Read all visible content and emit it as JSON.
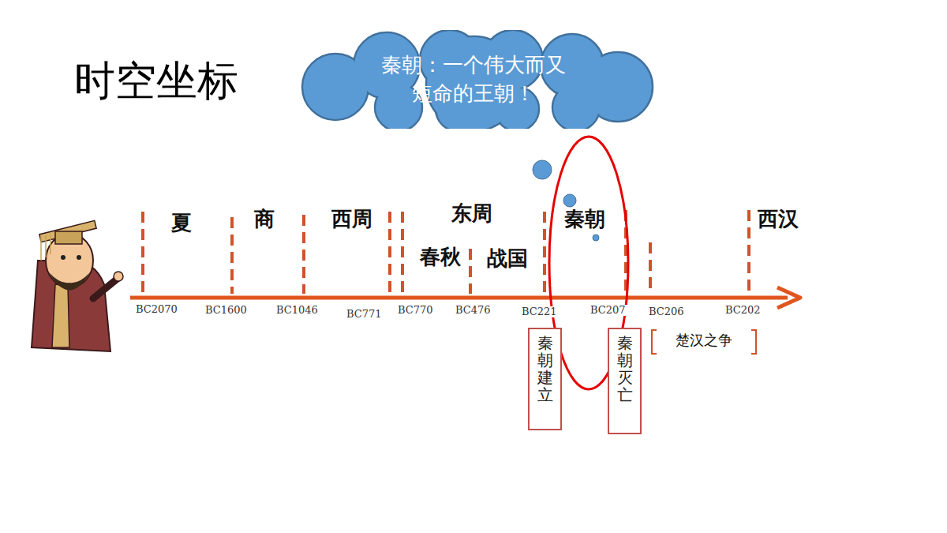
{
  "diagram": {
    "title": "时空坐标",
    "nodes": [
      {
        "text": [
          "秦朝：一个伟大而又 短命的王朝！"
        ]
      },
      {
        "text": [
          "秦朝建立"
        ]
      },
      {
        "text": [
          "秦朝灭亡"
        ]
      }
    ],
    "labels": [
      "夏",
      "商",
      "西周",
      "东周",
      "春秋",
      "战国",
      "秦朝",
      "西汉",
      "BC2070",
      "BC1600",
      "BC1046",
      "BC771",
      "BC770",
      "BC476",
      "BC221",
      "BC207",
      "BC206",
      "BC202",
      "楚汉之争"
    ]
  }
}
